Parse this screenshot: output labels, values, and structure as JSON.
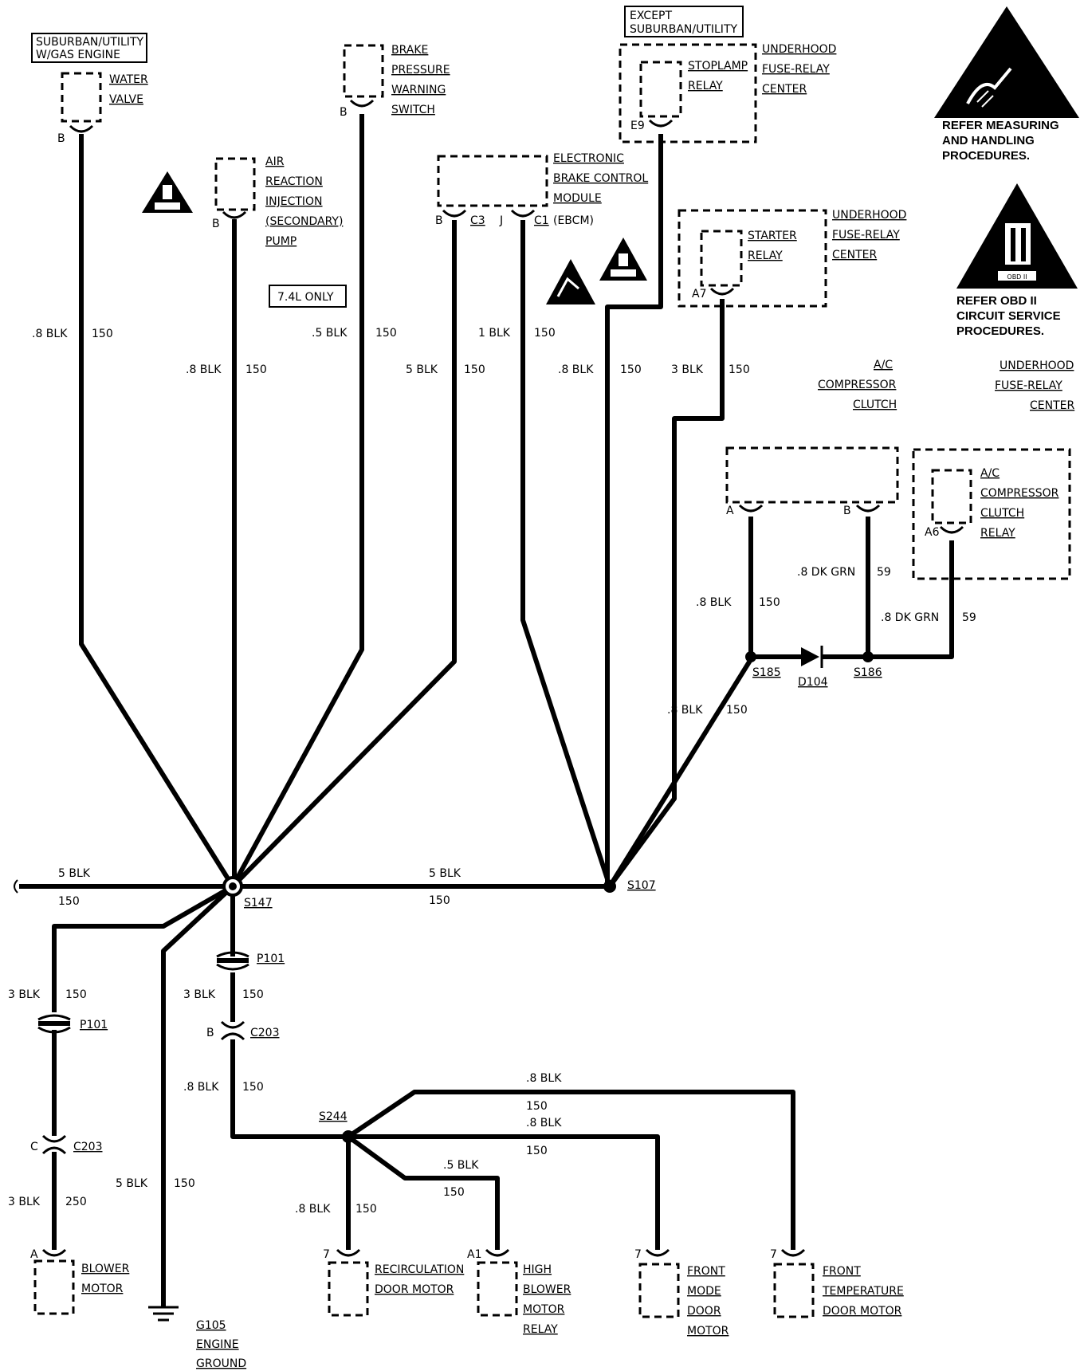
{
  "boxes": {
    "suburban_gas": [
      "SUBURBAN/UTILITY",
      "W/GAS ENGINE"
    ],
    "except_suburban": [
      "EXCEPT",
      "SUBURBAN/UTILITY"
    ],
    "engine_74": "7.4L ONLY"
  },
  "components": {
    "water_valve": [
      "WATER",
      "VALVE"
    ],
    "brake_switch": [
      "BRAKE",
      "PRESSURE",
      "WARNING",
      "SWITCH"
    ],
    "air_pump": [
      "AIR",
      "REACTION",
      "INJECTION",
      "(SECONDARY)",
      "PUMP"
    ],
    "ebcm": [
      "ELECTRONIC",
      "BRAKE CONTROL",
      "MODULE",
      "(EBCM)"
    ],
    "stoplamp_relay": [
      "STOPLAMP",
      "RELAY"
    ],
    "fuse_relay_1": [
      "UNDERHOOD",
      "FUSE-RELAY",
      "CENTER"
    ],
    "starter_relay": [
      "STARTER",
      "RELAY"
    ],
    "fuse_relay_2": [
      "UNDERHOOD",
      "FUSE-RELAY",
      "CENTER"
    ],
    "ac_clutch": [
      "A/C",
      "COMPRESSOR",
      "CLUTCH"
    ],
    "fuse_relay_3": [
      "UNDERHOOD",
      "FUSE-RELAY",
      "CENTER"
    ],
    "ac_relay": [
      "A/C",
      "COMPRESSOR",
      "CLUTCH",
      "RELAY"
    ],
    "blower_motor": [
      "BLOWER",
      "MOTOR"
    ],
    "ground": [
      "G105",
      "ENGINE",
      "GROUND"
    ],
    "recirc_motor": [
      "RECIRCULATION",
      "DOOR MOTOR"
    ],
    "high_blower_relay": [
      "HIGH",
      "BLOWER",
      "MOTOR",
      "RELAY"
    ],
    "front_mode_motor": [
      "FRONT",
      "MODE",
      "DOOR",
      "MOTOR"
    ],
    "front_temp_motor": [
      "FRONT",
      "TEMPERATURE",
      "DOOR MOTOR"
    ]
  },
  "notes": {
    "measuring": [
      "REFER MEASURING",
      "AND HANDLING",
      "PROCEDURES."
    ],
    "obd": [
      "REFER OBD II",
      "CIRCUIT SERVICE",
      "PROCEDURES."
    ],
    "obd_symbol": "OBD II"
  },
  "pins": {
    "water_valve": "B",
    "air_pump": "B",
    "brake_switch": "B",
    "ebcm_b": "B",
    "ebcm_c3": "C3",
    "ebcm_j": "J",
    "ebcm_c1": "C1",
    "stoplamp": "E9",
    "starter": "A7",
    "ac_a": "A",
    "ac_b": "B",
    "ac_relay": "A6",
    "c203_right": "B",
    "c203_left": "C",
    "blower": "A",
    "recirc": "7",
    "high_blower": "A1",
    "front_mode": "7",
    "front_temp": "7"
  },
  "wires": {
    "water_valve": [
      ".8 BLK",
      "150"
    ],
    "air_pump": [
      ".8 BLK",
      "150"
    ],
    "brake_switch": [
      ".5 BLK",
      "150"
    ],
    "ebcm_b": [
      "5 BLK",
      "150"
    ],
    "ebcm_c1": [
      "1 BLK",
      "150"
    ],
    "stoplamp": [
      ".8 BLK",
      "150"
    ],
    "starter": [
      "3 BLK",
      "150"
    ],
    "ac_a": [
      ".8 BLK",
      "150"
    ],
    "ac_b": [
      ".8 DK GRN",
      "59"
    ],
    "ac_relay": [
      ".8 DK GRN",
      "59"
    ],
    "s185": [
      ".8 BLK",
      "150"
    ],
    "left_feed": [
      "5 BLK",
      "150"
    ],
    "s147_s107": [
      "5 BLK",
      "150"
    ],
    "blower_up": [
      "3 BLK",
      "150"
    ],
    "blower_down": [
      "3 BLK",
      "250"
    ],
    "ground": [
      "5 BLK",
      "150"
    ],
    "p101_right": [
      "3 BLK",
      "150"
    ],
    "c203_s244": [
      ".8 BLK",
      "150"
    ],
    "recirc": [
      ".8 BLK",
      "150"
    ],
    "high_blower": [
      ".5 BLK",
      "150"
    ],
    "front_mode": [
      ".8 BLK",
      "150"
    ],
    "front_temp": [
      ".8 BLK",
      "150"
    ]
  },
  "splices": {
    "s147": "S147",
    "s107": "S107",
    "s185": "S185",
    "s186": "S186",
    "s244": "S244",
    "d104": "D104",
    "p101_left": "P101",
    "p101_right": "P101",
    "c203_left": "C203",
    "c203_right": "C203"
  }
}
